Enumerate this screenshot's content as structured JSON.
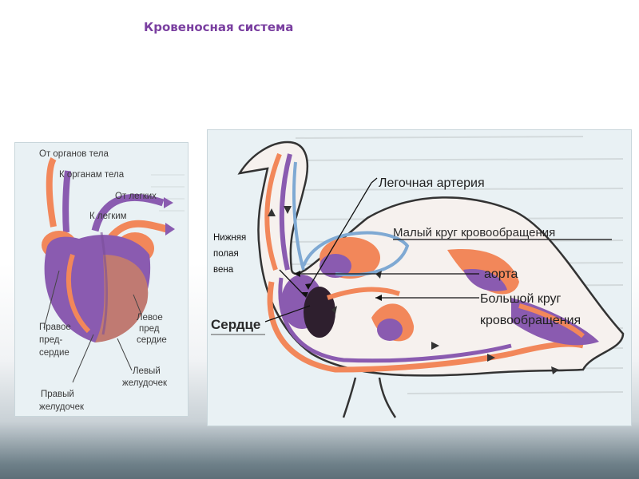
{
  "title": "Кровеносная система",
  "heart_diagram": {
    "labels": {
      "from_body": "От органов тела",
      "to_body": "К органам тела",
      "from_lungs": "От легких",
      "to_lungs": "К легким",
      "right_atrium": [
        "Правое",
        "пред-",
        "сердие"
      ],
      "left_atrium": [
        "Левое",
        "пред",
        "сердие"
      ],
      "left_ventricle": [
        "Левый",
        "желудочек"
      ],
      "right_ventricle": [
        "Правый",
        "желудочек"
      ]
    }
  },
  "bird_diagram": {
    "labels": {
      "pulmonary_artery": "Легочная артерия",
      "lesser_circulation": "Малый круг кровообращения",
      "inferior_vena_cava": [
        "Нижняя",
        "полая",
        "вена"
      ],
      "aorta": "аорта",
      "systemic_circulation": [
        "Большой круг",
        "кровообращения"
      ],
      "heart": "Сердце"
    }
  },
  "colors": {
    "title": "#7a3fa0",
    "arterial": "#f2875a",
    "venous": "#8a5bb0",
    "vessel_blue": "#7fa9d3"
  }
}
